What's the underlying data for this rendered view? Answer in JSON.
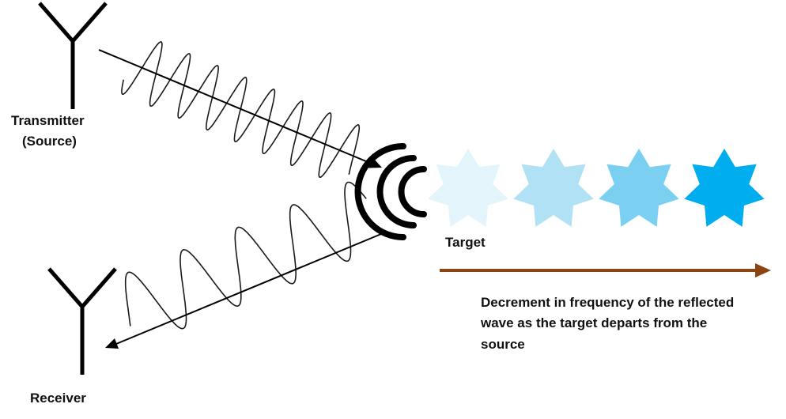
{
  "transmitter": {
    "line1": "Transmitter",
    "line2": "(Source)"
  },
  "receiver": {
    "label": "Receiver"
  },
  "target": {
    "label": "Target"
  },
  "caption": {
    "text": "Decrement in frequency of the reflected wave as the target departs from the source"
  },
  "colors": {
    "ink": "#000000",
    "arrow": "#8B4513",
    "stars": [
      "#E4F4FB",
      "#B1E1F5",
      "#7BD0F2",
      "#00AEEF"
    ]
  },
  "icons": {
    "antenna": "antenna-icon",
    "reflection": "reflection-arcs-icon",
    "target": "star-icon"
  }
}
